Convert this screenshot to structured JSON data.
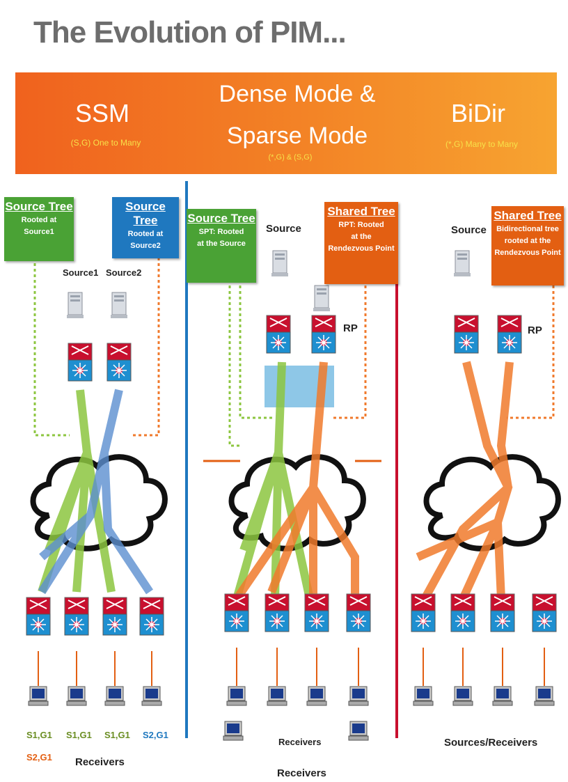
{
  "title": "The Evolution of PIM...",
  "banner": {
    "ssm": {
      "title": "SSM",
      "subtitle": "(S,G) One to Many"
    },
    "dense_sparse": {
      "title_line1": "Dense Mode &",
      "title_line2": "Sparse Mode",
      "subtitle": "(*,G) & (S,G)"
    },
    "bidir": {
      "title": "BiDir",
      "subtitle": "(*,G) Many to Many"
    }
  },
  "ssm_panel": {
    "tree1": {
      "heading": "Source Tree",
      "desc_line1": "Rooted at",
      "desc_line2": "Source1"
    },
    "tree2": {
      "heading": "Source Tree",
      "desc_line1": "Rooted at",
      "desc_line2": "Source2"
    },
    "source1_label": "Source1",
    "source2_label": "Source2",
    "receiver_labels": [
      "S1,G1",
      "S1,G1",
      "S1,G1",
      "S2,G1"
    ],
    "extra_label": "S2,G1",
    "receivers_label": "Receivers"
  },
  "dense_panel": {
    "spt": {
      "heading": "Source Tree",
      "desc_line1": "SPT: Rooted",
      "desc_line2": "at the Source"
    },
    "rpt": {
      "heading": "Shared Tree",
      "desc_line1": "RPT:  Rooted",
      "desc_line2": "at the",
      "desc_line3": "Rendezvous Point"
    },
    "source_label": "Source",
    "rp_label": "RP",
    "receivers_inner": "Receivers",
    "receivers_label": "Receivers"
  },
  "bidir_panel": {
    "shared": {
      "heading": "Shared Tree",
      "desc_line1": "Bidirectional tree",
      "desc_line2": "rooted at the",
      "desc_line3": "Rendezvous Point"
    },
    "source_label": "Source",
    "rp_label": "RP",
    "receivers_label": "Sources/Receivers"
  },
  "colors": {
    "green": "#4aa235",
    "blue": "#1f78bf",
    "orange": "#e35f12",
    "banner": "#f38426"
  }
}
